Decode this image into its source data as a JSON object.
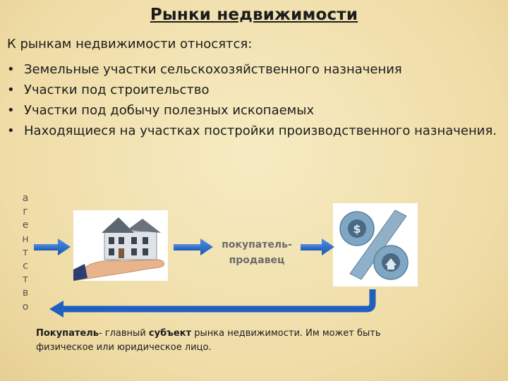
{
  "slide": {
    "title": "Рынки недвижимости",
    "intro": "К рынкам недвижимости относятся:",
    "bullets": [
      {
        "marker": "•",
        "text": "Земельные участки сельскохозяйственного назначения"
      },
      {
        "marker": "•",
        "text": "Участки под строительство"
      },
      {
        "marker": "•",
        "text": "Участки под добычу полезных ископаемых"
      },
      {
        "marker": "•",
        "text": "Находящиеся на участках постройки производственного назначения."
      }
    ]
  },
  "diagram": {
    "vertical_letters": [
      "а",
      "г",
      "е",
      "н",
      "т",
      "с",
      "т",
      "в",
      "о"
    ],
    "center_label_line1": "покупатель-",
    "center_label_line2": "продавец",
    "house_icon": "house-on-hand-icon",
    "percent_icon": "percent-sign-icon",
    "arrow_color": "#1f5fbf"
  },
  "note": {
    "term": "Покупатель",
    "part1": "- главный ",
    "subject": "субъект",
    "part2": " рынка недвижимости. Им может быть физическое или юридическое лицо."
  }
}
